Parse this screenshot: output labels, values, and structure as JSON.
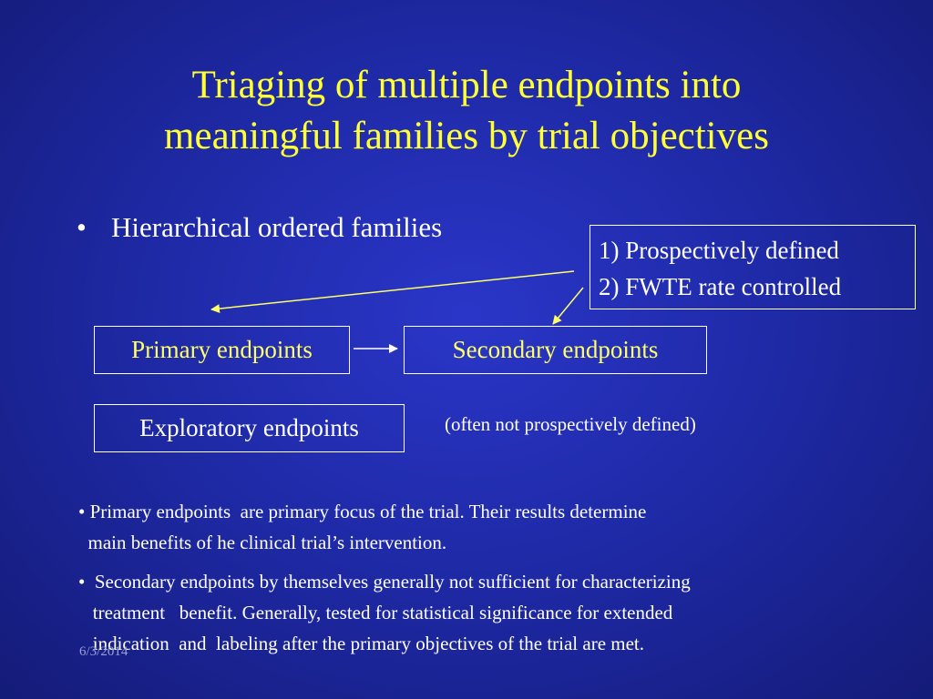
{
  "slide": {
    "title_lines": [
      "Triaging of multiple endpoints into",
      "meaningful families by trial objectives"
    ],
    "main_bullet": "Hierarchical ordered families",
    "properties": [
      "1) Prospectively defined",
      "2) FWTE rate controlled"
    ],
    "boxes": {
      "primary": "Primary endpoints",
      "secondary": "Secondary endpoints",
      "exploratory": "Exploratory endpoints"
    },
    "exploratory_note": "(often not prospectively defined)",
    "paragraph1": [
      "• Primary endpoints  are primary focus of the trial. Their results determine",
      "  main benefits of he clinical trial’s intervention."
    ],
    "paragraph2": [
      "•  Secondary endpoints by themselves generally not sufficient for characterizing",
      "   treatment   benefit. Generally, tested for statistical significance for extended",
      "   indication  and  labeling after the primary objectives of the trial are met."
    ],
    "footer_date": "6/3/2014",
    "colors": {
      "title": "#ffff33",
      "box_text": "#ffff66",
      "background": "#1f2aa8",
      "text": "#ffffff"
    }
  }
}
